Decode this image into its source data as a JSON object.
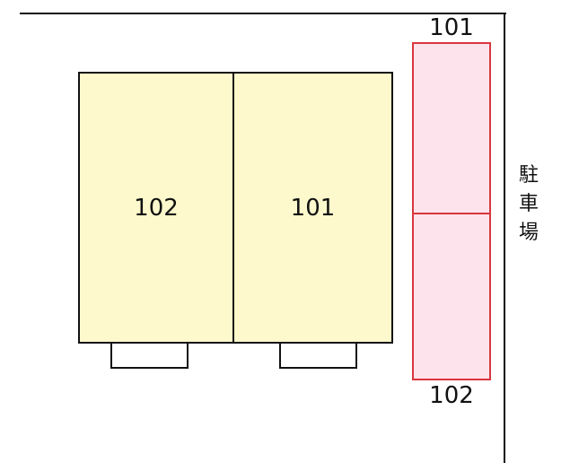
{
  "units": [
    {
      "label": "102"
    },
    {
      "label": "101"
    }
  ],
  "parking": {
    "top_label": "101",
    "bottom_label": "102",
    "area_label": "駐\n車\n場",
    "fill_color": "#fde3ec",
    "border_color": "#d9363e"
  }
}
